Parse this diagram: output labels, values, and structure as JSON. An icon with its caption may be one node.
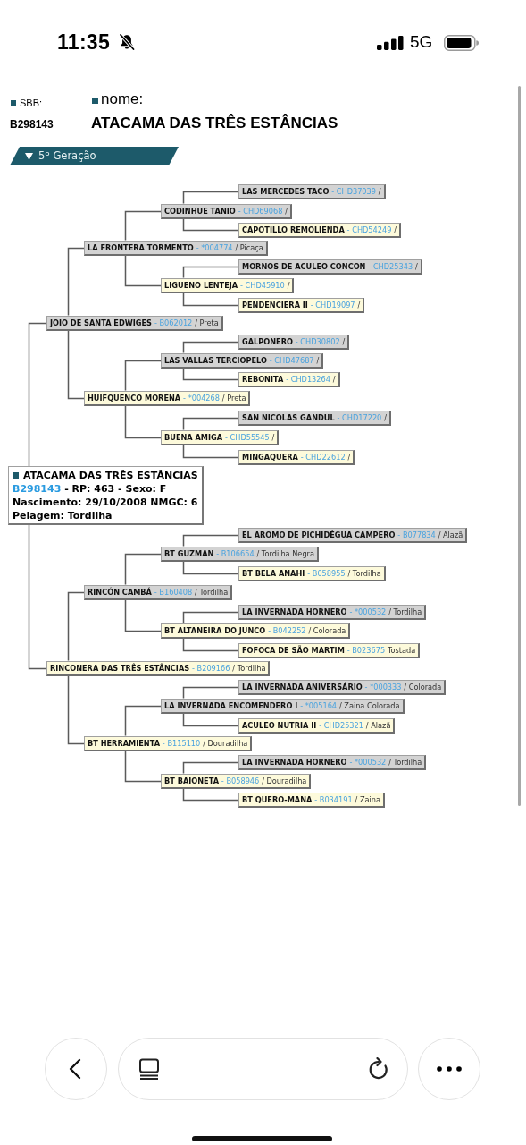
{
  "diagram": {
    "title": "ATACAMA DAS TRÊS ESTÂNCIAS",
    "nodes": [
      {
        "text": [
          "LAS MERCEDES TACO",
          "- CHD37039",
          "/"
        ]
      },
      {
        "text": [
          "CODINHUE TANIO",
          "- CHD69068",
          "/"
        ]
      },
      {
        "text": [
          "CAPOTILLO REMOLIENDA",
          "- CHD54249",
          "/"
        ]
      },
      {
        "text": [
          "LA FRONTERA TORMENTO",
          "- *004774",
          "/ Picaça"
        ]
      },
      {
        "text": [
          "MORNOS DE ACULEO CONCON",
          "- CHD25343",
          "/"
        ]
      },
      {
        "text": [
          "LIGUENO LENTEJA",
          "- CHD45910",
          "/"
        ]
      },
      {
        "text": [
          "PENDENCIERA II",
          "- CHD19097",
          "/"
        ]
      },
      {
        "text": [
          "JOIO DE SANTA EDWIGES",
          "- B062012",
          "/ Preta"
        ]
      },
      {
        "text": [
          "GALPONERO",
          "- CHD30802",
          "/"
        ]
      },
      {
        "text": [
          "LAS VALLAS TERCIOPELO",
          "- CHD47687",
          "/"
        ]
      },
      {
        "text": [
          "REBONITA",
          "- CHD13264",
          "/"
        ]
      },
      {
        "text": [
          "HUIFQUENCO MORENA",
          "- *004268",
          "/ Preta"
        ]
      },
      {
        "text": [
          "SAN NICOLAS GANDUL",
          "- CHD17220",
          "/"
        ]
      },
      {
        "text": [
          "BUENA AMIGA",
          "- CHD55545",
          "/"
        ]
      },
      {
        "text": [
          "MINGAQUERA",
          "- CHD22612",
          "/"
        ]
      },
      {
        "text": [
          "ATACAMA DAS TRÊS ESTÂNCIAS",
          "B298143",
          "- RP: 463 - Sexo: F",
          "Nascimento: 29/10/2008 NMGC: 6",
          "Pelagem: Tordilha"
        ]
      },
      {
        "text": [
          "EL AROMO DE PICHIDÉGUA CAMPERO",
          "- B077834",
          "/ Alazã"
        ]
      },
      {
        "text": [
          "BT GUZMAN",
          "- B106654",
          "/ Tordilha Negra"
        ]
      },
      {
        "text": [
          "BT BELA ANAHI",
          "- B058955",
          "/ Tordilha"
        ]
      },
      {
        "text": [
          "RINCÓN CAMBÁ",
          "- B160408",
          "/ Tordilha"
        ]
      },
      {
        "text": [
          "LA INVERNADA HORNERO",
          "- *000532",
          "/ Tordilha"
        ]
      },
      {
        "text": [
          "BT ALTANEIRA DO JUNCO",
          "- B042252",
          "/ Colorada"
        ]
      },
      {
        "text": [
          "FOFOCA DE SÃO MARTIM",
          "- B023675",
          "Tostada"
        ]
      },
      {
        "text": [
          "RINCONERA DAS TRÊS ESTÂNCIAS",
          "- B209166",
          "/ Tordilha"
        ]
      },
      {
        "text": [
          "LA INVERNADA ANIVERSÁRIO",
          "- *000333",
          "/ Colorada"
        ]
      },
      {
        "text": [
          "LA INVERNADA ENCOMENDERO I",
          "- *005164",
          "/ Zaina Colorada"
        ]
      },
      {
        "text": [
          "ACULEO NUTRIA II",
          "- CHD25321",
          "/ Alazã"
        ]
      },
      {
        "text": [
          "BT HERRAMIENTA",
          "- B115110",
          "/ Douradilha"
        ]
      },
      {
        "text": [
          "LA INVERNADA HORNERO",
          "- *000532",
          "/ Tordilha"
        ]
      },
      {
        "text": [
          "BT BAIONETA",
          "- B058946",
          "/ Douradilha"
        ]
      },
      {
        "text": [
          "BT QUERO-MANA",
          "- B034191",
          "/ Zaina"
        ]
      }
    ],
    "edges": [
      {
        "from": 15,
        "to": 7,
        "arrow": "none"
      },
      {
        "from": 15,
        "to": 23,
        "arrow": "none"
      },
      {
        "from": 7,
        "to": 3,
        "arrow": "none"
      },
      {
        "from": 7,
        "to": 11,
        "arrow": "none"
      },
      {
        "from": 23,
        "to": 19,
        "arrow": "none"
      },
      {
        "from": 23,
        "to": 27,
        "arrow": "none"
      },
      {
        "from": 3,
        "to": 1,
        "arrow": "none"
      },
      {
        "from": 3,
        "to": 5,
        "arrow": "none"
      },
      {
        "from": 11,
        "to": 9,
        "arrow": "none"
      },
      {
        "from": 11,
        "to": 13,
        "arrow": "none"
      },
      {
        "from": 19,
        "to": 17,
        "arrow": "none"
      },
      {
        "from": 19,
        "to": 21,
        "arrow": "none"
      },
      {
        "from": 27,
        "to": 25,
        "arrow": "none"
      },
      {
        "from": 27,
        "to": 29,
        "arrow": "none"
      },
      {
        "from": 1,
        "to": 0,
        "arrow": "none"
      },
      {
        "from": 1,
        "to": 2,
        "arrow": "none"
      },
      {
        "from": 5,
        "to": 4,
        "arrow": "none"
      },
      {
        "from": 5,
        "to": 6,
        "arrow": "none"
      },
      {
        "from": 9,
        "to": 8,
        "arrow": "none"
      },
      {
        "from": 9,
        "to": 10,
        "arrow": "none"
      },
      {
        "from": 13,
        "to": 12,
        "arrow": "none"
      },
      {
        "from": 13,
        "to": 14,
        "arrow": "none"
      },
      {
        "from": 17,
        "to": 16,
        "arrow": "none"
      },
      {
        "from": 17,
        "to": 18,
        "arrow": "none"
      },
      {
        "from": 21,
        "to": 20,
        "arrow": "none"
      },
      {
        "from": 21,
        "to": 22,
        "arrow": "none"
      },
      {
        "from": 25,
        "to": 24,
        "arrow": "none"
      },
      {
        "from": 25,
        "to": 26,
        "arrow": "none"
      },
      {
        "from": 29,
        "to": 28,
        "arrow": "none"
      },
      {
        "from": 29,
        "to": 30,
        "arrow": "none"
      }
    ],
    "labels": [
      "11:35",
      "5G",
      "SBB:",
      "nome:",
      "B298143",
      "5º Geração"
    ]
  }
}
